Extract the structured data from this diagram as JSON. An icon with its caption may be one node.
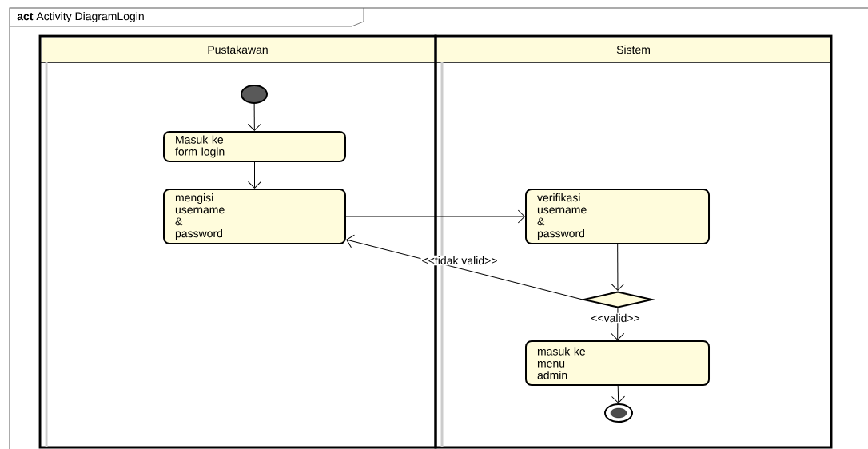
{
  "diagram": {
    "title": "**act** Activity DiagramLogin",
    "nodes": [
      {
        "text": [
          "Pustakawan"
        ]
      },
      {
        "text": [
          "Sistem"
        ]
      },
      {
        "text": [],
        "shape": "circle",
        "in": 0
      },
      {
        "text": [
          "Masuk ke form login"
        ],
        "in": 0
      },
      {
        "text": [
          "mengisi username & password"
        ],
        "in": 0
      },
      {
        "text": [
          "verifikasi username & password"
        ],
        "in": 1
      },
      {
        "text": [],
        "shape": "diamond",
        "in": 1
      },
      {
        "text": [
          "masuk ke menu admin"
        ],
        "in": 1
      },
      {
        "text": [],
        "shape": "circle",
        "in": 1
      }
    ],
    "edges": [
      {
        "from": 2,
        "to": 3,
        "arrow": "to"
      },
      {
        "from": 3,
        "to": 4,
        "arrow": "to"
      },
      {
        "from": 4,
        "to": 5,
        "arrow": "to"
      },
      {
        "from": 5,
        "to": 6,
        "arrow": "to"
      },
      {
        "from": 6,
        "to": 4,
        "arrow": "to",
        "label": "<<tidak valid>>"
      },
      {
        "from": 6,
        "to": 7,
        "arrow": "to",
        "label": "<<valid>>"
      },
      {
        "from": 7,
        "to": 8,
        "arrow": "to"
      }
    ]
  }
}
